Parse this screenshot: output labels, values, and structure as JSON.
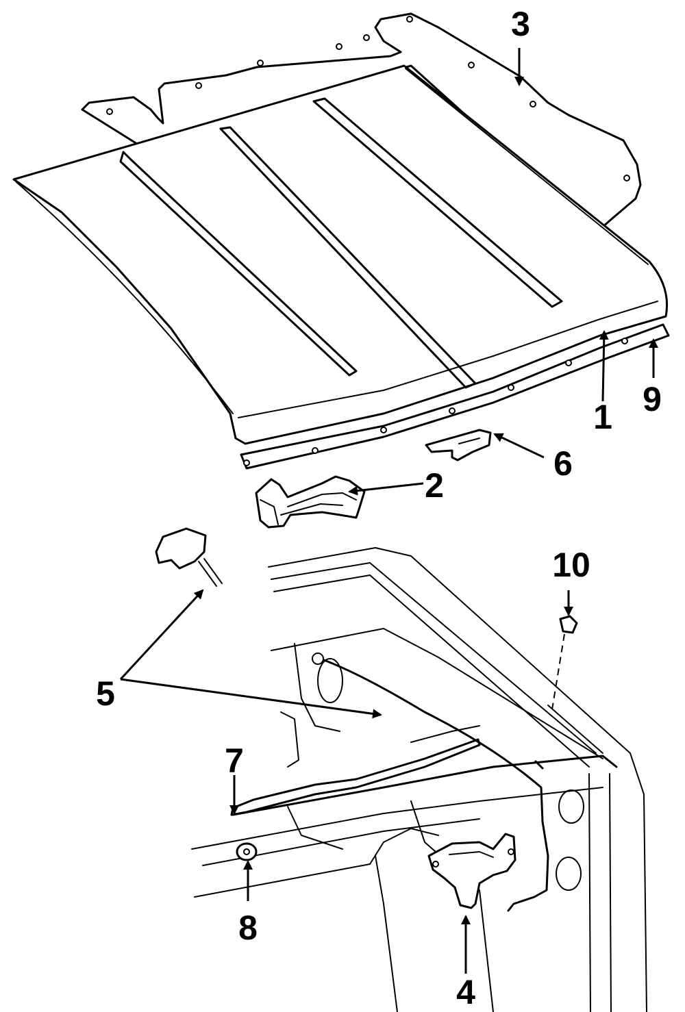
{
  "diagram": {
    "type": "exploded-parts-view",
    "colors": {
      "ink": "#000000",
      "paper": "#ffffff"
    },
    "callouts": [
      {
        "id": "c1",
        "label": "1"
      },
      {
        "id": "c2",
        "label": "2"
      },
      {
        "id": "c3",
        "label": "3"
      },
      {
        "id": "c4",
        "label": "4"
      },
      {
        "id": "c5",
        "label": "5"
      },
      {
        "id": "c6",
        "label": "6"
      },
      {
        "id": "c7",
        "label": "7"
      },
      {
        "id": "c8",
        "label": "8"
      },
      {
        "id": "c9",
        "label": "9"
      },
      {
        "id": "c10",
        "label": "10"
      }
    ]
  }
}
